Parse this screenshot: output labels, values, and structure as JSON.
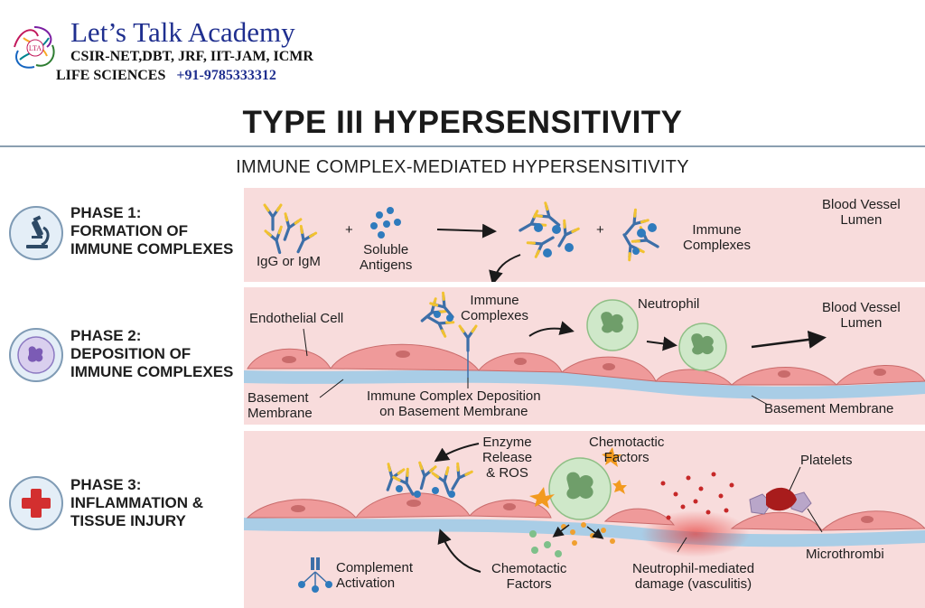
{
  "header": {
    "brand_name": "Let’s Talk Academy",
    "brand_line1": "CSIR-NET,DBT, JRF, IIT-JAM, ICMR",
    "brand_line2": "LIFE SCIENCES",
    "phone": "+91-9785333312",
    "logo_initials": "LTA"
  },
  "title": "TYPE III HYPERSENSITIVITY",
  "subtitle": "IMMUNE COMPLEX-MEDIATED HYPERSENSITIVITY",
  "phases": [
    {
      "line1": "PHASE 1:",
      "line2": "FORMATION OF",
      "line3": "IMMUNE COMPLEXES",
      "icon": "microscope-icon"
    },
    {
      "line1": "PHASE 2:",
      "line2": "DEPOSITION OF",
      "line3": "IMMUNE COMPLEXES",
      "icon": "neutrophil-cell-icon"
    },
    {
      "line1": "PHASE 3:",
      "line2": "INFLAMMATION &",
      "line3": "TISSUE INJURY",
      "icon": "red-cross-icon"
    }
  ],
  "panel1": {
    "antibody_line1": "IgG or IgM",
    "plus": "+",
    "antigen_line1": "Soluble",
    "antigen_line2": "Antigens",
    "complex_line1": "Immune",
    "complex_line2": "Complexes",
    "lumen_line1": "Blood Vessel",
    "lumen_line2": "Lumen"
  },
  "panel2": {
    "endothelial": "Endothelial Cell",
    "complex_line1": "Immune",
    "complex_line2": "Complexes",
    "neutrophil": "Neutrophil",
    "lumen_line1": "Blood Vessel",
    "lumen_line2": "Lumen",
    "basement_line1": "Basement",
    "basement_line2": "Membrane",
    "deposition_line1": "Immune Complex Deposition",
    "deposition_line2": "on Basement Membrane",
    "basement_right": "Basement Membrane"
  },
  "panel3": {
    "enzyme_line1": "Enzyme",
    "enzyme_line2": "Release",
    "enzyme_line3": "& ROS",
    "chemotactic_top_line1": "Chemotactic",
    "chemotactic_top_line2": "Factors",
    "platelets": "Platelets",
    "microthrombi": "Microthrombi",
    "complement_line1": "Complement",
    "complement_line2": "Activation",
    "chemotactic_bottom_line1": "Chemotactic",
    "chemotactic_bottom_line2": "Factors",
    "damage_line1": "Neutrophil-mediated",
    "damage_line2": "damage (vasculitis)"
  },
  "colors": {
    "panel_bg": "#f8dcdc",
    "endothelial": "#ef9a9a",
    "basement": "#a9cde6",
    "neutrophil": "#cfe8c9",
    "antibody_blue": "#3d6fa8",
    "antigen_blue": "#2f7bbd",
    "brand_blue": "#1f2f8f"
  }
}
